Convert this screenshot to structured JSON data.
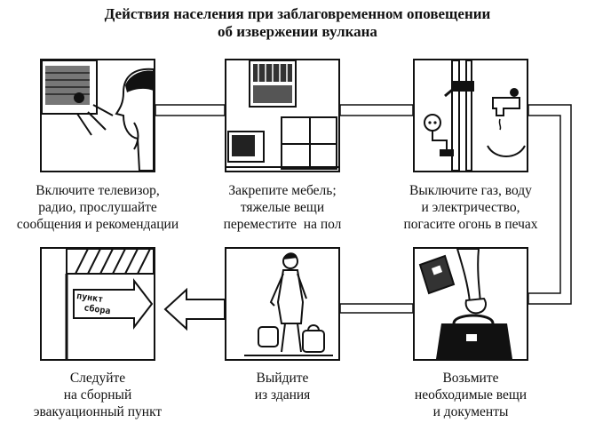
{
  "title": {
    "line1": "Действия населения при заблаговременном оповещении",
    "line2": "об извержении вулкана"
  },
  "steps": [
    {
      "lines": [
        "Включите телевизор,",
        "радио, прослушайте",
        "сообщения и рекомендации"
      ]
    },
    {
      "lines": [
        "Закрепите мебель;",
        "тяжелые вещи",
        "переместите  на пол"
      ]
    },
    {
      "lines": [
        "Выключите газ, воду",
        "и электричество,",
        "погасите огонь в печах"
      ]
    },
    {
      "lines": [
        "Возьмите",
        "необходимые вещи",
        "и документы"
      ]
    },
    {
      "lines": [
        "Выйдите",
        "из здания"
      ]
    },
    {
      "lines": [
        "Следуйте",
        "на сборный",
        "эвакуационный пункт"
      ]
    }
  ],
  "sign": {
    "line1": "пункт",
    "line2": "сбора"
  }
}
